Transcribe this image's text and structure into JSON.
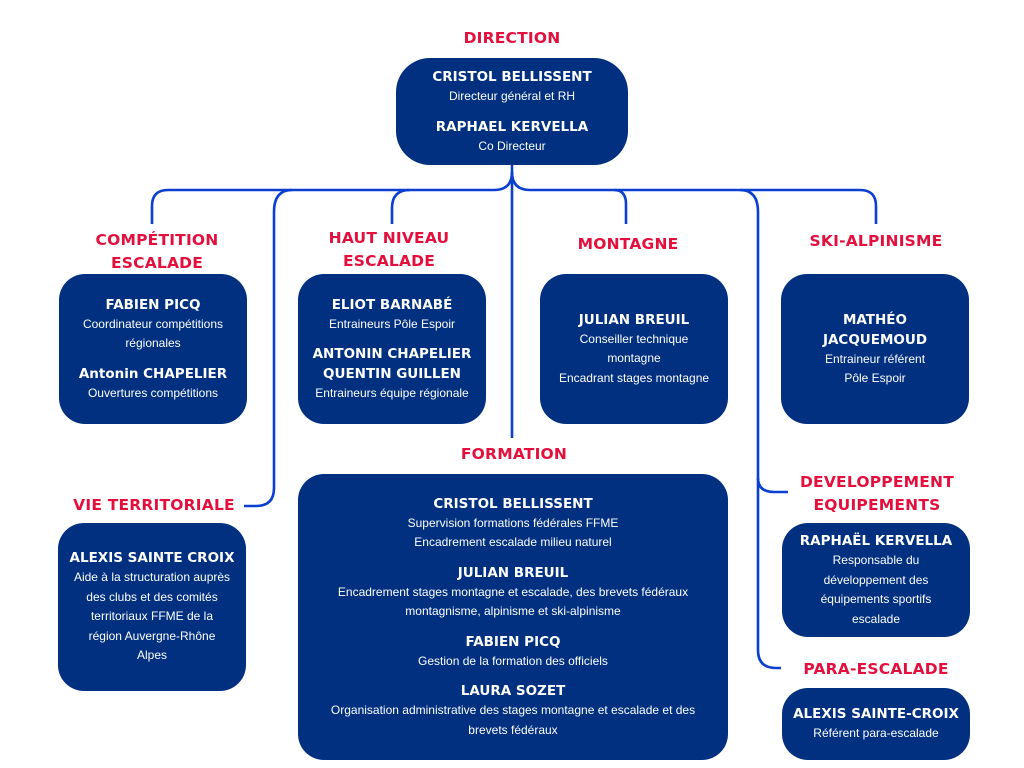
{
  "colors": {
    "title": "#e3103d",
    "box": "#00307f",
    "connector": "#0a3fcf"
  },
  "direction": {
    "title": "DIRECTION",
    "people": [
      {
        "name": "CRISTOL BELLISSENT",
        "role": "Directeur général et RH"
      },
      {
        "name": "RAPHAEL KERVELLA",
        "role": "Co Directeur"
      }
    ]
  },
  "competition": {
    "title_line1": "COMPÉTITION",
    "title_line2": "ESCALADE",
    "people": [
      {
        "name": "FABIEN PICQ",
        "role_line1": "Coordinateur compétitions",
        "role_line2": "régionales"
      },
      {
        "name": "Antonin CHAPELIER",
        "role": "Ouvertures compétitions"
      }
    ]
  },
  "haut_niveau": {
    "title_line1": "HAUT NIVEAU",
    "title_line2": "ESCALADE",
    "people": [
      {
        "name": "ELIOT BARNABÉ",
        "role": "Entraineurs Pôle Espoir"
      },
      {
        "name_line1": "ANTONIN CHAPELIER",
        "name_line2": "QUENTIN GUILLEN",
        "role": "Entraineurs équipe régionale"
      }
    ]
  },
  "montagne": {
    "title": "MONTAGNE",
    "people": [
      {
        "name": "JULIAN BREUIL",
        "role_line1": "Conseiller technique",
        "role_line2": "montagne",
        "role_line3": "Encadrant stages montagne"
      }
    ]
  },
  "ski_alpinisme": {
    "title": "SKI-ALPINISME",
    "people": [
      {
        "name_line1": "MATHÉO",
        "name_line2": "JACQUEMOUD",
        "role_line1": "Entraineur référent",
        "role_line2": "Pôle Espoir"
      }
    ]
  },
  "vie_territoriale": {
    "title": "VIE TERRITORIALE",
    "people": [
      {
        "name": "ALEXIS SAINTE CROIX",
        "role_lines": [
          "Aide à la structuration auprès",
          "des clubs et des comités",
          "territoriaux FFME de la",
          "région Auvergne-Rhône",
          "Alpes"
        ]
      }
    ]
  },
  "formation": {
    "title": "FORMATION",
    "people": [
      {
        "name": "CRISTOL BELLISSENT",
        "role_lines": [
          "Supervision formations fédérales FFME",
          "Encadrement escalade milieu naturel"
        ]
      },
      {
        "name": "JULIAN BREUIL",
        "role_lines": [
          "Encadrement stages montagne et escalade, des brevets fédéraux",
          "montagnisme, alpinisme et ski-alpinisme"
        ]
      },
      {
        "name": "FABIEN PICQ",
        "role_lines": [
          "Gestion de la formation des officiels"
        ]
      },
      {
        "name": "LAURA SOZET",
        "role_lines": [
          "Organisation administrative des stages montagne et escalade et des",
          "brevets fédéraux"
        ]
      }
    ]
  },
  "developpement": {
    "title_line1": "DEVELOPPEMENT",
    "title_line2": "EQUIPEMENTS",
    "people": [
      {
        "name": "RAPHAËL KERVELLA",
        "role_lines": [
          "Responsable du",
          "développement des",
          "équipements sportifs",
          "escalade"
        ]
      }
    ]
  },
  "para_escalade": {
    "title": "PARA-ESCALADE",
    "people": [
      {
        "name": "ALEXIS SAINTE-CROIX",
        "role": "Référent para-escalade"
      }
    ]
  }
}
